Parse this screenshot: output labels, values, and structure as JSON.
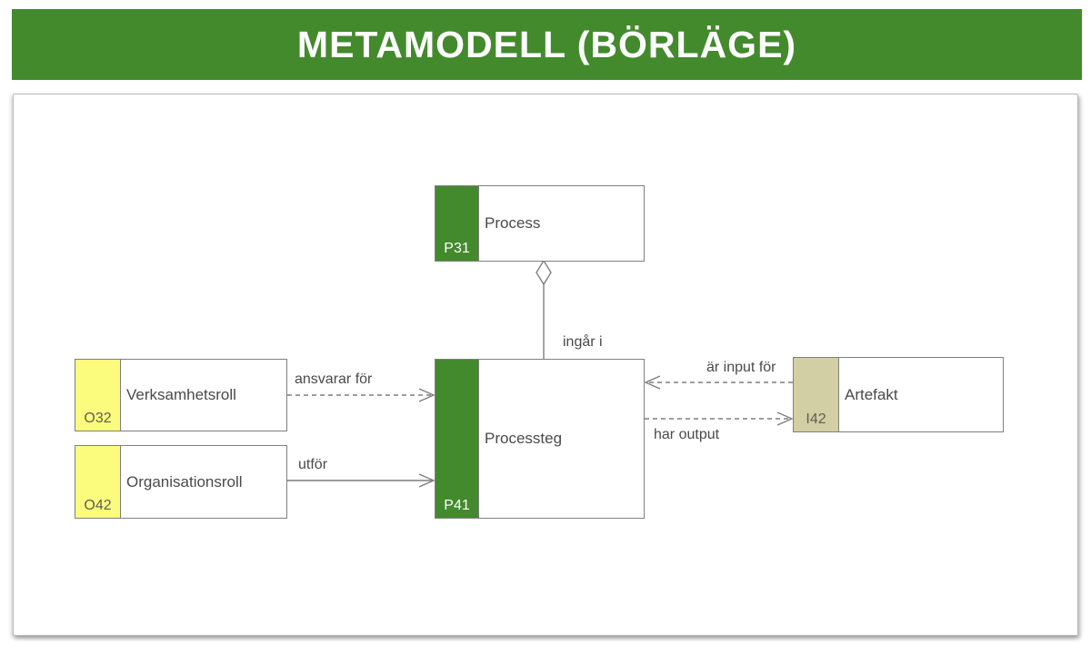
{
  "header": {
    "title": "METAMODELL (BÖRLÄGE)",
    "bg_color": "#438a2d",
    "text_color": "#ffffff"
  },
  "diagram": {
    "colors": {
      "process_tab": "#438a2d",
      "role_tab": "#fbfb7d",
      "artifact_tab": "#d2cfa4",
      "box_border": "#7f7f7f",
      "connector": "#7f7f7f",
      "text": "#4a4a4a"
    },
    "entities": [
      {
        "id": "P31",
        "name": "Process"
      },
      {
        "id": "P41",
        "name": "Processteg"
      },
      {
        "id": "O32",
        "name": "Verksamhetsroll"
      },
      {
        "id": "O42",
        "name": "Organisationsroll"
      },
      {
        "id": "I42",
        "name": "Artefakt"
      }
    ],
    "relations": [
      {
        "label": "ingår i",
        "type": "aggregation",
        "from": "Processteg",
        "to": "Process"
      },
      {
        "label": "ansvarar för",
        "type": "dashed-arrow",
        "from": "Verksamhetsroll",
        "to": "Processteg"
      },
      {
        "label": "utför",
        "type": "solid-arrow",
        "from": "Organisationsroll",
        "to": "Processteg"
      },
      {
        "label": "är input för",
        "type": "dashed-arrow",
        "from": "Artefakt",
        "to": "Processteg"
      },
      {
        "label": "har output",
        "type": "dashed-arrow",
        "from": "Processteg",
        "to": "Artefakt"
      }
    ]
  }
}
